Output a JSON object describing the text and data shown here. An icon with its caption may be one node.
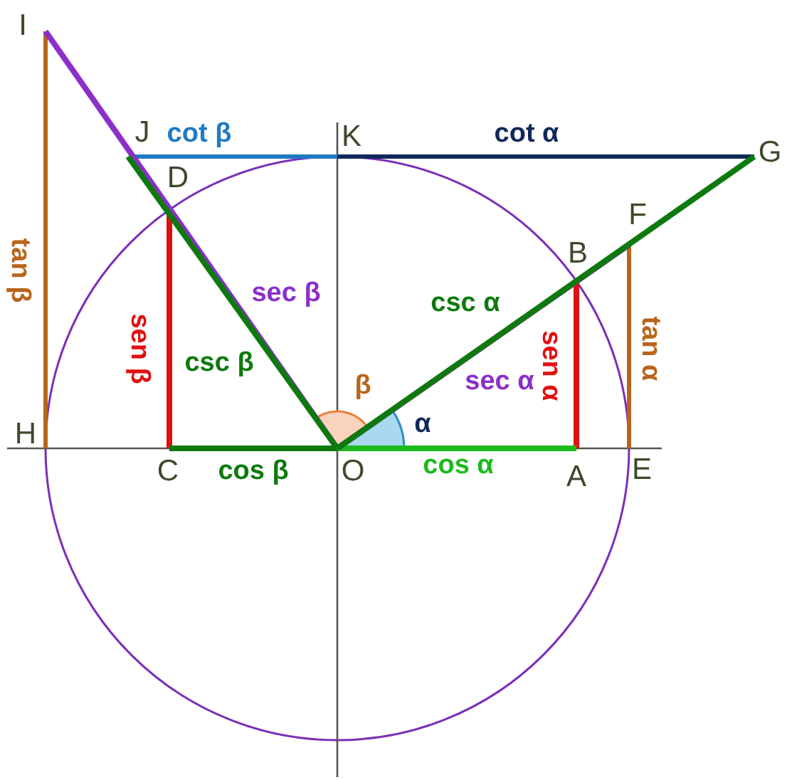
{
  "diagram": {
    "labels": [
      "I",
      "J",
      "cot β",
      "K",
      "cot α",
      "G",
      "D",
      "F",
      "B",
      "sec β",
      "csc α",
      "tan β",
      "sen β",
      "csc β",
      "β",
      "sec α",
      "sen α",
      "tan α",
      "α",
      "H",
      "C",
      "cos β",
      "O",
      "cos α",
      "A",
      "E"
    ]
  }
}
